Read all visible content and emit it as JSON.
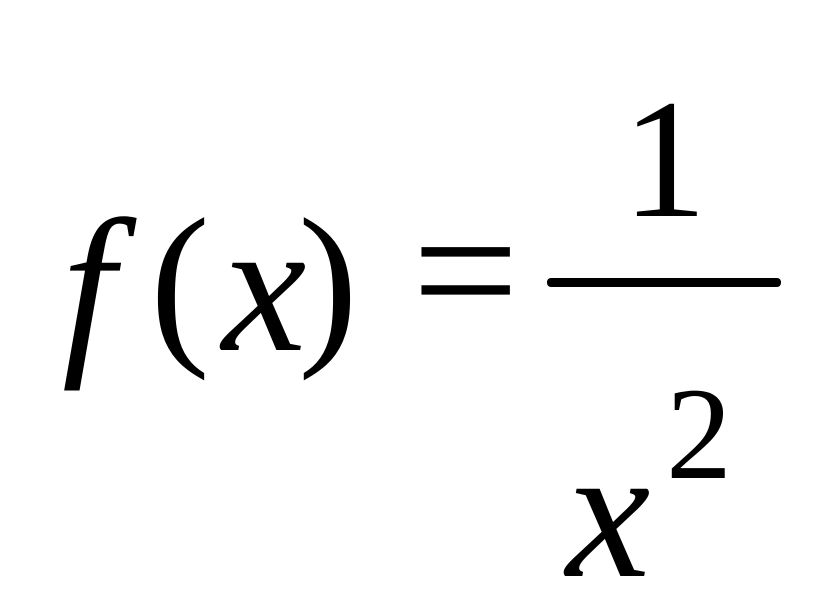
{
  "formula": {
    "function_name": "f",
    "open_paren": "(",
    "variable": "x",
    "close_paren": ")",
    "equals": "=",
    "numerator": "1",
    "denominator_base": "x",
    "denominator_exponent": "2"
  },
  "colors": {
    "text": "#000000",
    "background": "#ffffff"
  }
}
